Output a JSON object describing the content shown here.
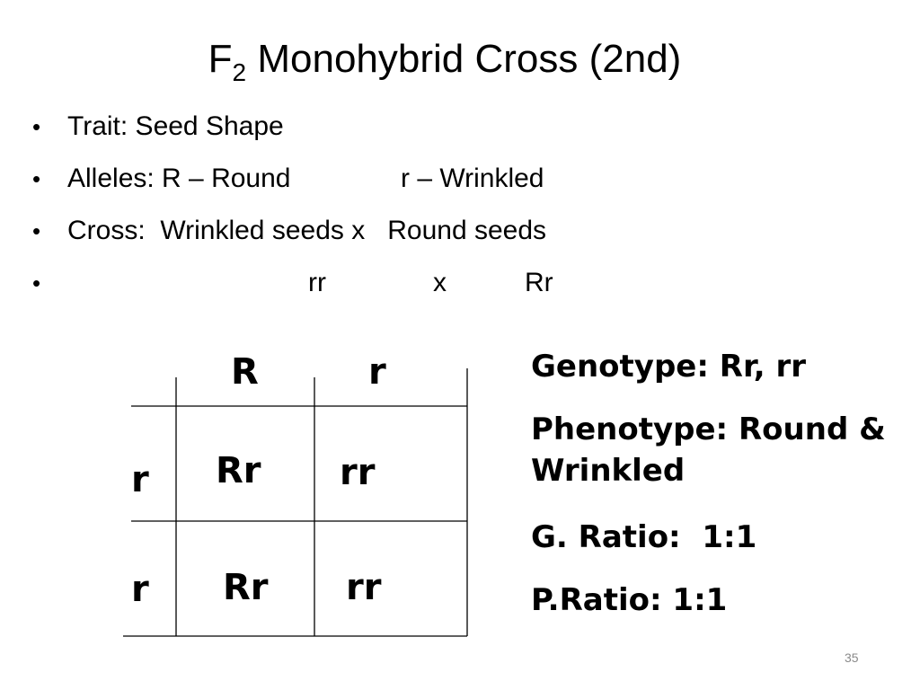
{
  "title": {
    "main": "F",
    "sub": "2",
    "rest": " Monohybrid Cross (2nd)"
  },
  "bullets": [
    {
      "text": "Trait: Seed Shape"
    },
    {
      "text": "Alleles: R – Round",
      "extra": "r – Wrinkled"
    },
    {
      "text": "Cross:  Wrinkled seeds x   Round seeds"
    },
    {
      "p1": "rr",
      "x": "x",
      "p2": "Rr"
    }
  ],
  "punnett": {
    "col_headers": [
      "R",
      "r"
    ],
    "row_headers": [
      "r",
      "r"
    ],
    "cells": [
      [
        "Rr",
        "rr"
      ],
      [
        "Rr",
        "rr"
      ]
    ]
  },
  "summary": {
    "genotype": "Genotype: Rr, rr",
    "phenotype_line1": "Phenotype: Round &",
    "phenotype_line2": "Wrinkled",
    "g_ratio": "G. Ratio:  1:1",
    "p_ratio": "P.Ratio: 1:1"
  },
  "slide_number": "35",
  "bullet_char": "•"
}
